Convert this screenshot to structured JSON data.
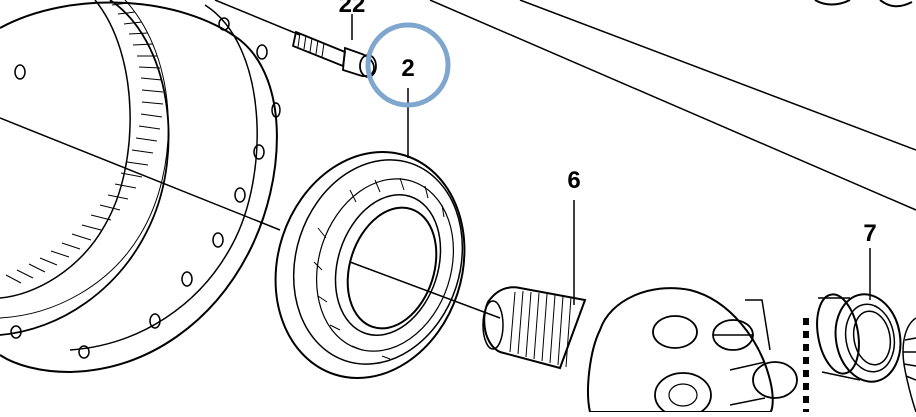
{
  "callouts": [
    {
      "id": "bolt",
      "label": "22"
    },
    {
      "id": "bearing",
      "label": "2"
    },
    {
      "id": "planet-carrier",
      "label": "6"
    },
    {
      "id": "small-bearing",
      "label": "7"
    }
  ],
  "highlight": {
    "target": "bearing",
    "color": "#7fa6cf"
  },
  "colors": {
    "line": "#000000",
    "background": "#ffffff"
  }
}
